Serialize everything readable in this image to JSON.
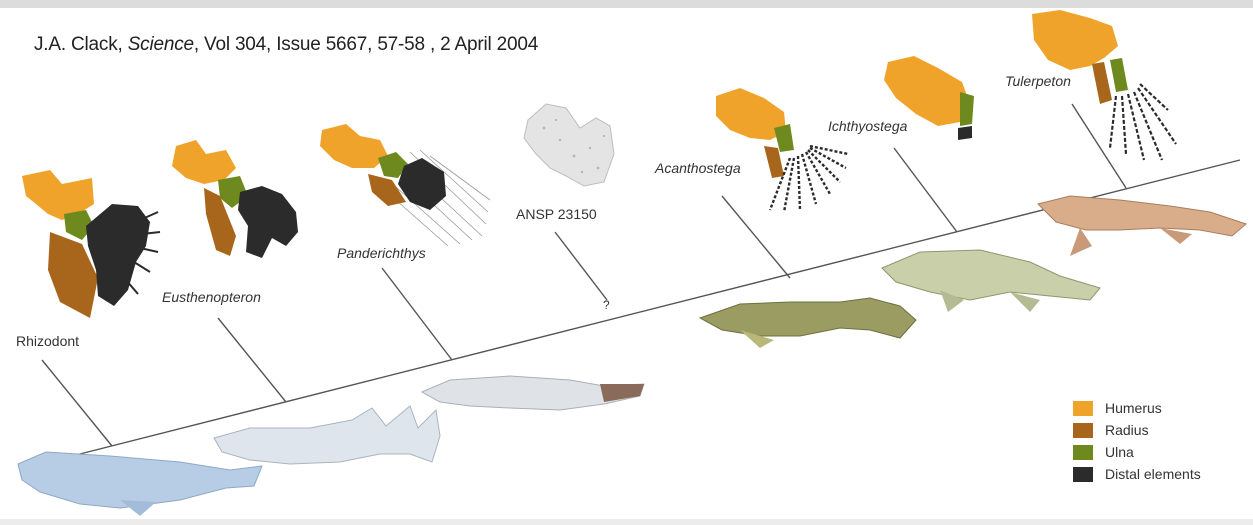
{
  "citation": {
    "author": "J.A. Clack, ",
    "journal": "Science",
    "rest": ", Vol 304, Issue 5667, 57-58 , 2 April 2004"
  },
  "taxa": [
    {
      "name": "Rhizodont",
      "italic": false
    },
    {
      "name": "Eusthenopteron",
      "italic": true
    },
    {
      "name": "Panderichthys",
      "italic": true
    },
    {
      "name": "ANSP 23150",
      "italic": false
    },
    {
      "name": "Acanthostega",
      "italic": true
    },
    {
      "name": "Ichthyostega",
      "italic": true
    },
    {
      "name": "Tulerpeton",
      "italic": true
    }
  ],
  "unknown_mark": "?",
  "legend": [
    {
      "label": "Humerus",
      "color": "#f0a32a"
    },
    {
      "label": "Radius",
      "color": "#a8661c"
    },
    {
      "label": "Ulna",
      "color": "#6e8a1e"
    },
    {
      "label": "Distal elements",
      "color": "#2b2b2b"
    }
  ],
  "colors": {
    "humerus": "#f0a32a",
    "radius": "#a8661c",
    "ulna": "#6e8a1e",
    "distal": "#2b2b2b",
    "line": "#555555"
  }
}
